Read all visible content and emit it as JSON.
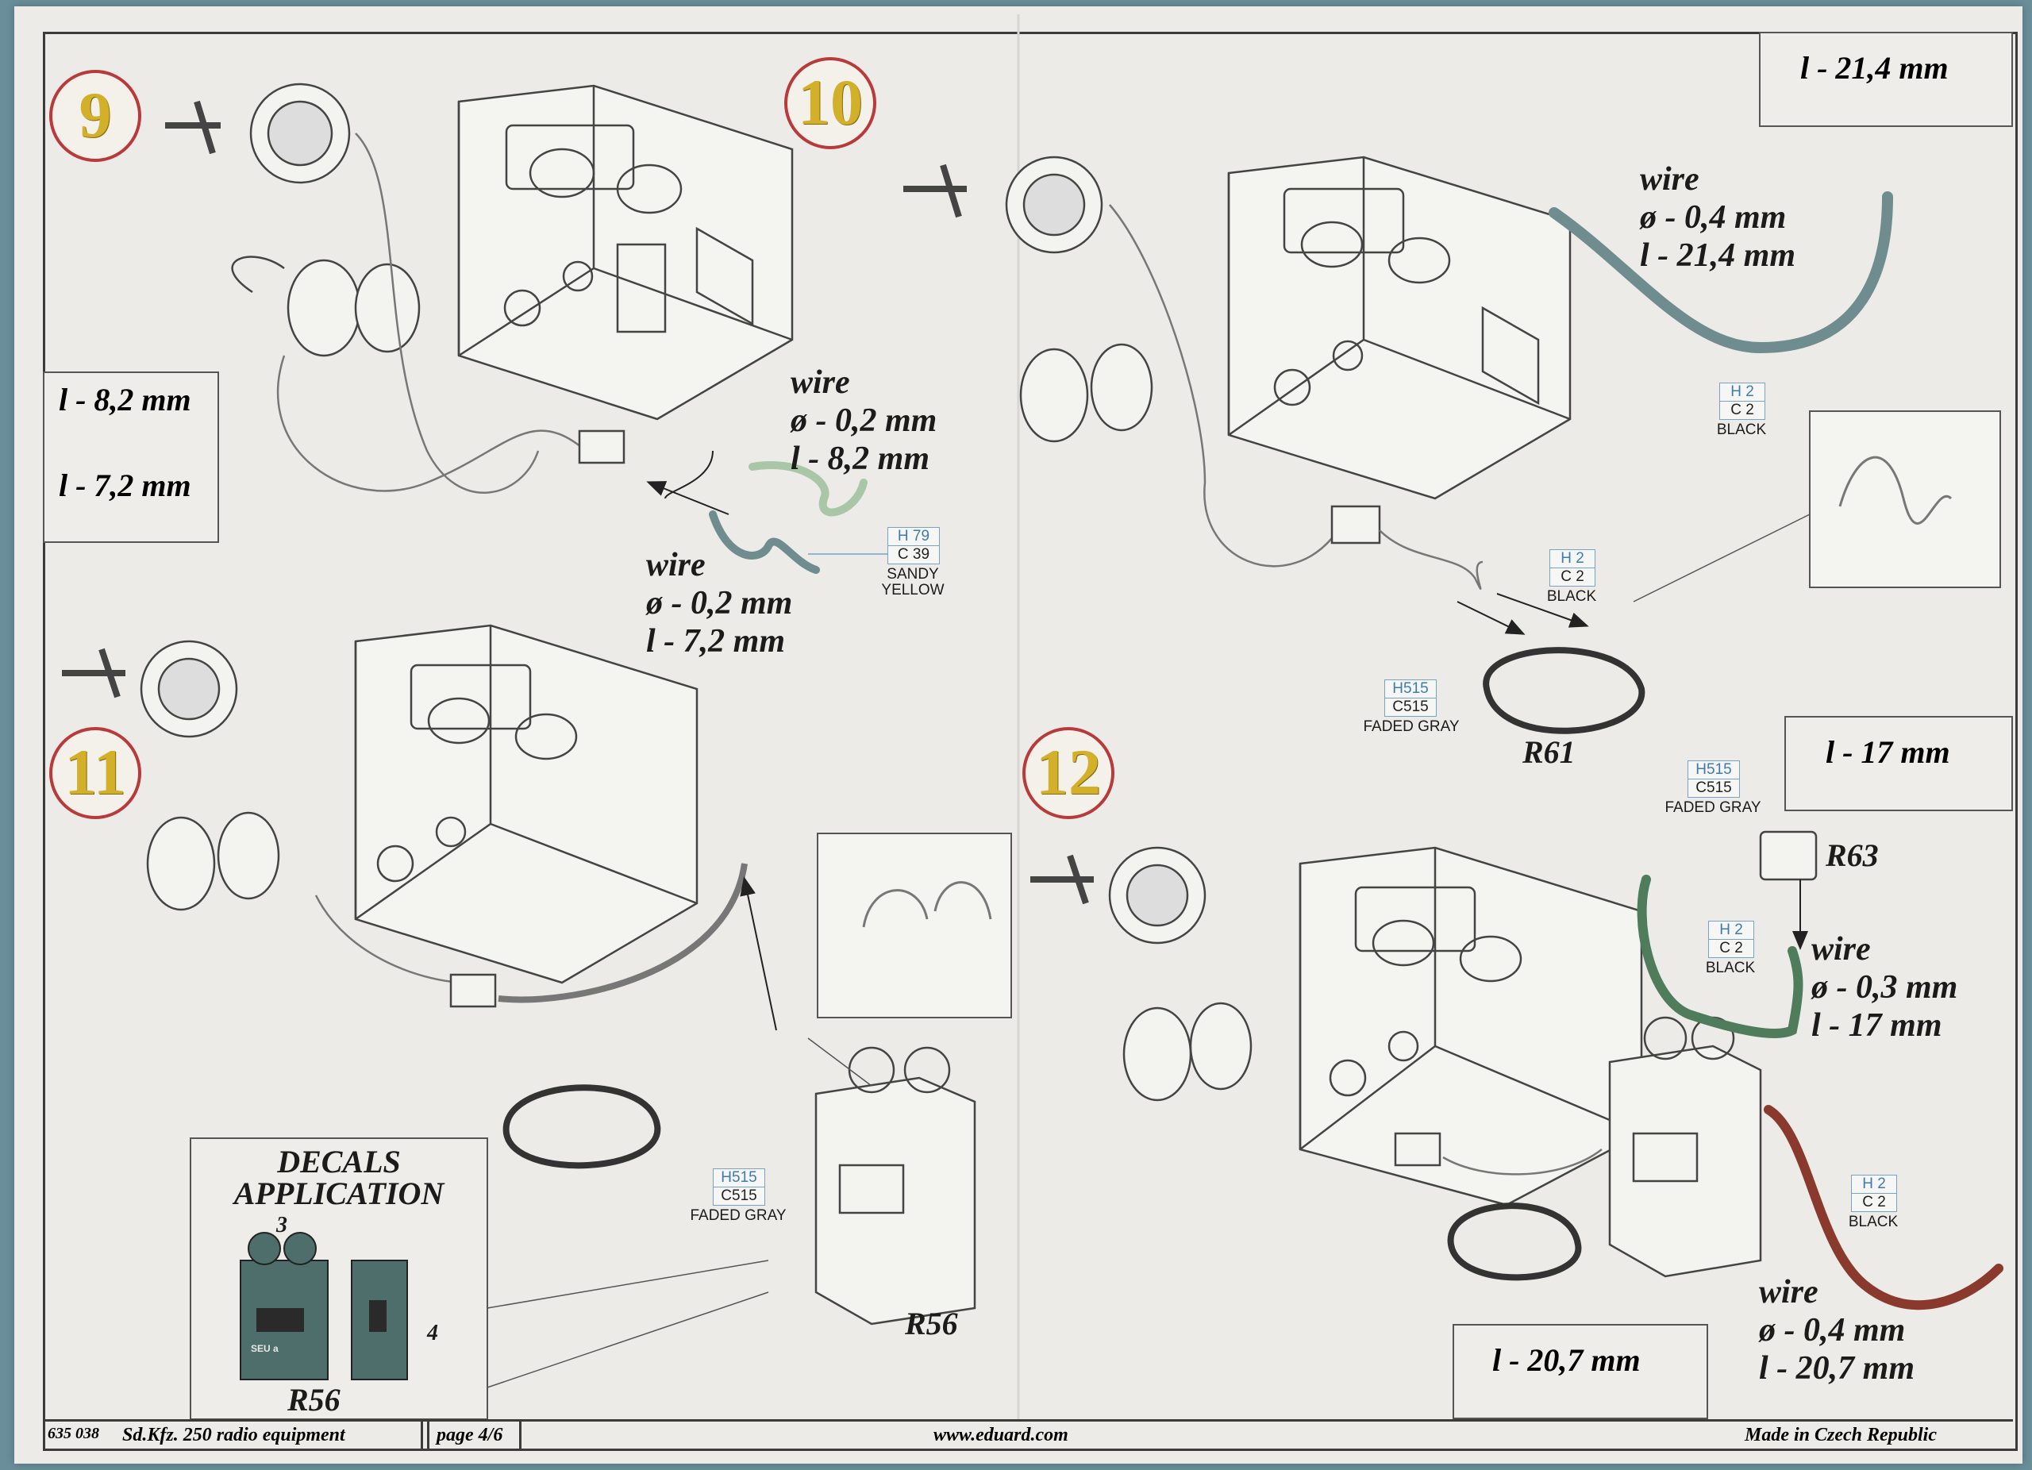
{
  "steps": {
    "s9": "9",
    "s10": "10",
    "s11": "11",
    "s12": "12"
  },
  "length_boxes": {
    "b1_a": "l - 8,2 mm",
    "b1_b": "l - 7,2 mm",
    "b2": "l - 21,4 mm",
    "b3": "l - 17 mm",
    "b4": "l - 20,7 mm"
  },
  "wires": {
    "w1": {
      "title": "wire",
      "dia": "ø - 0,2 mm",
      "len": "l - 8,2 mm"
    },
    "w2": {
      "title": "wire",
      "dia": "ø - 0,2 mm",
      "len": "l - 7,2 mm"
    },
    "w3": {
      "title": "wire",
      "dia": "ø - 0,4 mm",
      "len": "l - 21,4 mm"
    },
    "w4": {
      "title": "wire",
      "dia": "ø - 0,3 mm",
      "len": "l - 17 mm"
    },
    "w5": {
      "title": "wire",
      "dia": "ø - 0,4 mm",
      "len": "l - 20,7 mm"
    }
  },
  "paint_codes": {
    "p1": {
      "h": "H 79",
      "c": "C 39",
      "name1": "SANDY",
      "name2": "YELLOW"
    },
    "p2": {
      "h": "H 2",
      "c": "C 2",
      "name": "BLACK"
    },
    "p3": {
      "h": "H 2",
      "c": "C 2",
      "name": "BLACK"
    },
    "p4": {
      "h": "H515",
      "c": "C515",
      "name": "FADED GRAY"
    },
    "p5": {
      "h": "H515",
      "c": "C515",
      "name": "FADED GRAY"
    },
    "p6": {
      "h": "H 2",
      "c": "C 2",
      "name": "BLACK"
    },
    "p7": {
      "h": "H515",
      "c": "C515",
      "name": "FADED GRAY"
    },
    "p8": {
      "h": "H 2",
      "c": "C 2",
      "name": "BLACK"
    }
  },
  "parts": {
    "r61": "R61",
    "r63": "R63",
    "r56": "R56",
    "r56_decal": "R56"
  },
  "decals": {
    "title1": "DECALS",
    "title2": "APPLICATION",
    "n3": "3",
    "n4": "4",
    "seu": "SEU a"
  },
  "footer": {
    "code": "635 038",
    "title": "Sd.Kfz. 250 radio equipment",
    "page": "page 4/6",
    "url": "www.eduard.com",
    "made": "Made in Czech Republic"
  },
  "colors": {
    "red_circle": "#b83a3a",
    "step_yellow": "#d2b02a",
    "wire_gray_blue": "#6f8c8f",
    "wire_green": "#4f7c5a",
    "wire_red": "#8a3a2c",
    "code_blue": "#3d7bb5"
  }
}
